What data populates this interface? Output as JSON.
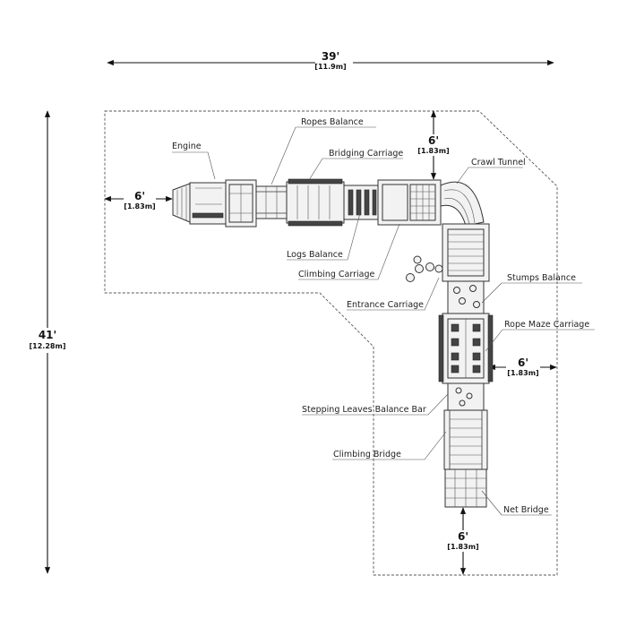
{
  "dimensions": {
    "width": {
      "ft": "39'",
      "m": "[11.9m]"
    },
    "height": {
      "ft": "41'",
      "m": "[12.28m]"
    },
    "clear_left": {
      "ft": "6'",
      "m": "[1.83m]"
    },
    "clear_top": {
      "ft": "6'",
      "m": "[1.83m]"
    },
    "clear_right": {
      "ft": "6'",
      "m": "[1.83m]"
    },
    "clear_bottom": {
      "ft": "6'",
      "m": "[1.83m]"
    }
  },
  "components": {
    "engine": "Engine",
    "ropes_balance": "Ropes Balance",
    "bridging_carriage": "Bridging Carriage",
    "crawl_tunnel": "Crawl Tunnel",
    "logs_balance": "Logs Balance",
    "climbing_carriage": "Climbing Carriage",
    "entrance_carriage": "Entrance Carriage",
    "stumps_balance": "Stumps Balance",
    "rope_maze_carriage": "Rope Maze Carriage",
    "stepping_leaves": "Stepping Leaves Balance Bar",
    "climbing_bridge": "Climbing Bridge",
    "net_bridge": "Net Bridge"
  }
}
